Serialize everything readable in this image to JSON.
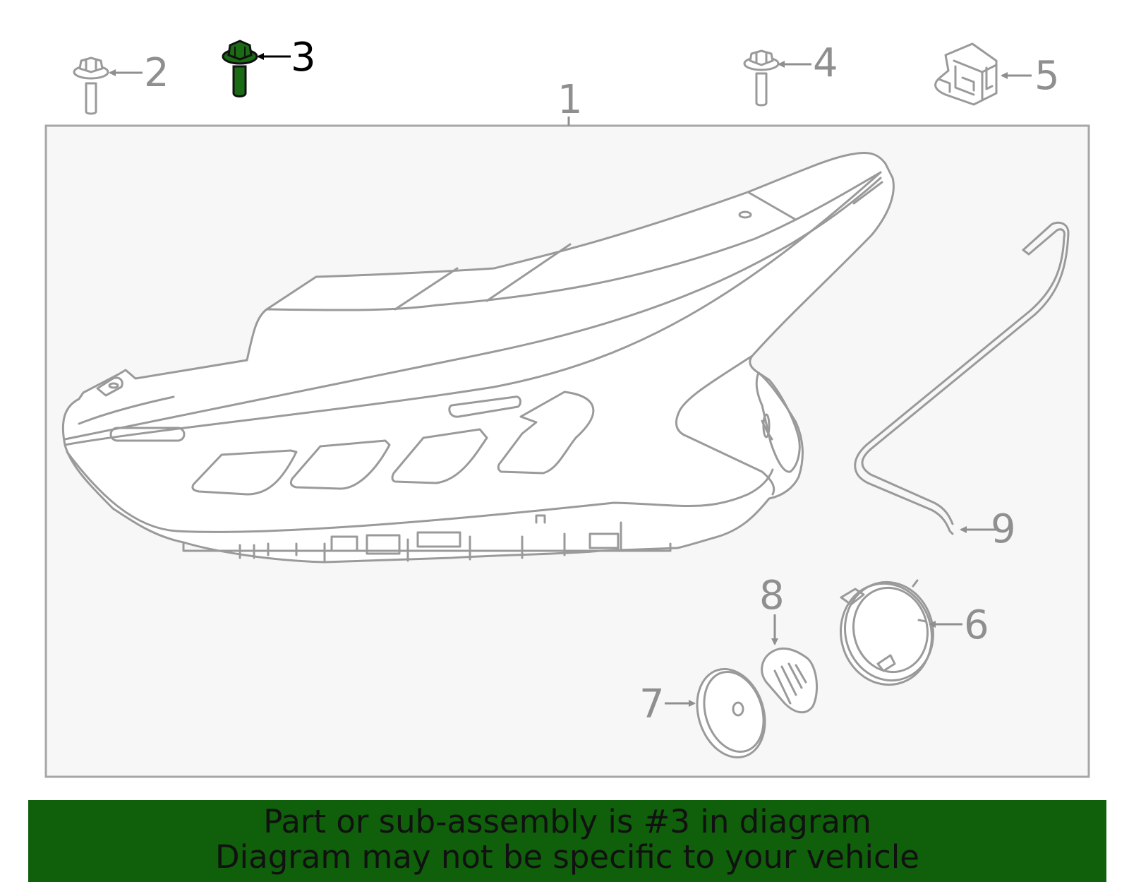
{
  "callouts": {
    "c1": "1",
    "c2": "2",
    "c3": "3",
    "c4": "4",
    "c5": "5",
    "c6": "6",
    "c7": "7",
    "c8": "8",
    "c9": "9"
  },
  "highlighted_part": "3",
  "colors": {
    "highlight": "#1a6b14",
    "banner": "#0f5f0b",
    "line": "#9a9a9a",
    "panel": "#f7f7f7"
  },
  "banner": {
    "line1": "Part or sub-assembly is #3 in diagram",
    "line2": "Diagram may not be specific to your vehicle"
  }
}
